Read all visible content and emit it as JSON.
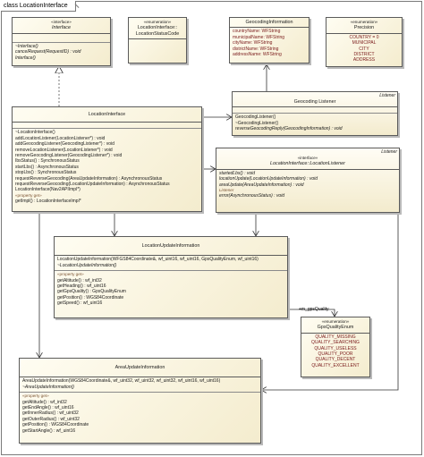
{
  "frame_label": "class LocationInterface",
  "interface_box": {
    "stereotype": "«interface»",
    "name": "Interface",
    "methods": [
      "~Interface()",
      "cancelRequest(RequestID) : void",
      "Interface()"
    ]
  },
  "enum_status_code": {
    "stereotype": "«enumeration»",
    "name_lines": [
      "LocationInterface::",
      "LocationStatusCode"
    ]
  },
  "geocoding_info": {
    "name": "GeocodingInformation",
    "attrs": [
      "countryName: WFString",
      "municipalName: WFString",
      "cityName: WFString",
      "districtName: WFString",
      "addressName: WFString"
    ]
  },
  "precision": {
    "stereotype": "«enumeration»",
    "name": "Precision",
    "values": [
      "COUNTRY = 0",
      "MUNICIPAL",
      "CITY",
      "DISTRICT",
      "ADDRESS"
    ]
  },
  "geocoding_listener": {
    "badge": "Listener",
    "name": "Geocoding Listener",
    "methods": [
      "GeocodingListener()",
      "~GeocodingListener()",
      "reverseGeocodingReply(GeocodingInformation) : void"
    ]
  },
  "location_interface": {
    "name": "LocationInterface",
    "methods": [
      "~LocationInterface()",
      "addLocationListener(LocationListener*) : void",
      "addGeocodingListener(GeocodingListener*) : void",
      "removeLocationListener(LocationListener*) : void",
      "removeGeocodingListener(GeocodingListener*) : void",
      "IbsStatus() : SynchronousStatus",
      "startLbs() : AsynchronousStatus",
      "stopLbs() : SynchronousStatus",
      "requestReverseGeocoding(AreaUpdateInformation) : AsynchronousStatus",
      "requestReverseGeocoding(LocationUpdateInformation) : AsynchronousStatus",
      "LocationInterface(Nav2APIImpl*)"
    ],
    "property_label": "«property get»",
    "property_methods": [
      "getImpl() : LocationInterfaceImpl*"
    ]
  },
  "location_listener": {
    "badge": "Listener",
    "stereotype": "«interface»",
    "name": "LocationInterface::LocationListener",
    "methods": [
      "startedLbs() : void",
      "locationUpdate(LocationUpdateInformation) : void",
      "areaUpdate(AreaUpdateInformation) : void"
    ],
    "sub_label": "Listener",
    "sub_methods": [
      "error(AsynchronousStatus) : void"
    ]
  },
  "location_update": {
    "name": "LocationUpdateInformation",
    "methods": [
      "LocationUpdateInformation(WFGS84Coordinate&, wf_uint16, wf_uint16, GpsQualityEnum, wf_uint16)",
      "~LocationUpdateInformation()"
    ],
    "property_label": "«property get»",
    "property_methods": [
      "getAltitude() : wf_int32",
      "getHeading() : wf_uint16",
      "getGpsQuality() : GpsQualityEnum",
      "getPosition() : WGS84Coordinate",
      "getSpeed() : wf_uint16"
    ]
  },
  "gps_quality": {
    "stereotype": "«enumeration»",
    "name": "GpsQualityEnum",
    "values": [
      "QUALITY_MISSING",
      "QUALITY_SEARCHING",
      "QUALITY_USELESS",
      "QUALITY_POOR",
      "QUALITY_DECENT",
      "QUALITY_EXCELLENT"
    ]
  },
  "association_label": "+m_gpsQuality",
  "area_update": {
    "name": "AreaUpdateInformation",
    "methods": [
      "AreaUpdateInformation(WGS84Coordinate&, wf_uint32, wf_uint32, wf_uint32, wf_uint16, wf_uint16)",
      "~AreaUpdateInformation()"
    ],
    "property_label": "«property get»",
    "property_methods": [
      "getAltitude() : wf_int32",
      "getEndAngle() : wf_uint16",
      "getInnerRadius() : wf_uint32",
      "getOuterRadius() : wf_uint32",
      "getPosition() : WGS84Coordinate",
      "getStartAngle() : wf_uint16"
    ]
  }
}
